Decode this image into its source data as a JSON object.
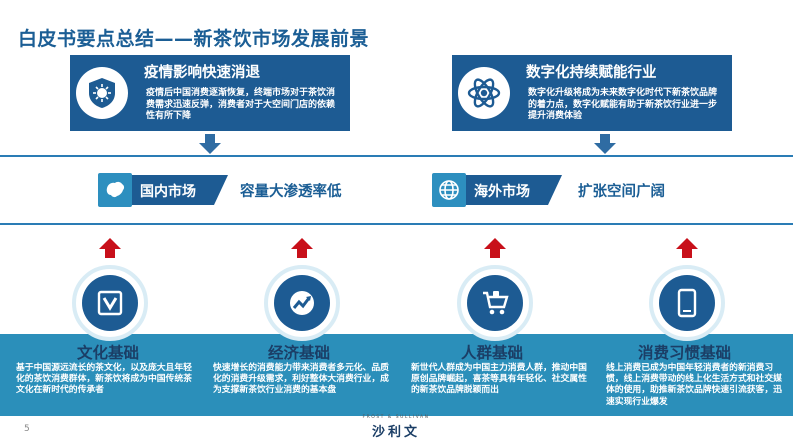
{
  "title": "白皮书要点总结——新茶饮市场发展前景",
  "top_cards": [
    {
      "heading": "疫情影响快速消退",
      "desc": "疫情后中国消费逐渐恢复，终端市场对于茶饮消费需求迅速反弹，消费者对于大空间门店的依赖性有所下降",
      "icon": "virus-shield-icon"
    },
    {
      "heading": "数字化持续赋能行业",
      "desc": "数字化升级将成为未来数字化时代下新茶饮品牌的着力点，数字化赋能有助于新茶饮行业进一步提升消费体验",
      "icon": "atom-icon"
    }
  ],
  "markets": [
    {
      "label": "国内市场",
      "aside": "容量大渗透率低",
      "icon": "china-map-icon"
    },
    {
      "label": "海外市场",
      "aside": "扩张空间广阔",
      "icon": "globe-icon"
    }
  ],
  "foundations": [
    {
      "heading": "文化基础",
      "desc": "基于中国源远流长的茶文化，以及庞大且年轻化的茶饮消费群体，新茶饮将成为中国传统茶文化在新时代的传承者",
      "icon": "culture-badge-icon"
    },
    {
      "heading": "经济基础",
      "desc": "快速增长的消费能力带来消费者多元化、品质化的消费升级需求，利好整体大消费行业，成为支撑新茶饮行业消费的基本盘",
      "icon": "growth-chart-icon"
    },
    {
      "heading": "人群基础",
      "desc": "新世代人群成为中国主力消费人群，推动中国原创品牌崛起，喜茶等具有年轻化、社交属性的新茶饮品牌脱颖而出",
      "icon": "shopping-cart-icon"
    },
    {
      "heading": "消费习惯基础",
      "desc": "线上消费已成为中国年轻消费者的新消费习惯，线上消费带动的线上化生活方式和社交媒体的使用，助推新茶饮品牌快速引流获客，迅速实现行业爆发",
      "icon": "mobile-phone-icon"
    }
  ],
  "footer": {
    "page": "5",
    "logo_small": "FROST & SULLIVAN",
    "logo_big": "沙利文"
  },
  "colors": {
    "primary": "#1d5b93",
    "accent": "#2b8fba",
    "arrow_red": "#c8101a",
    "arrow_blue": "#2f6ca3"
  }
}
